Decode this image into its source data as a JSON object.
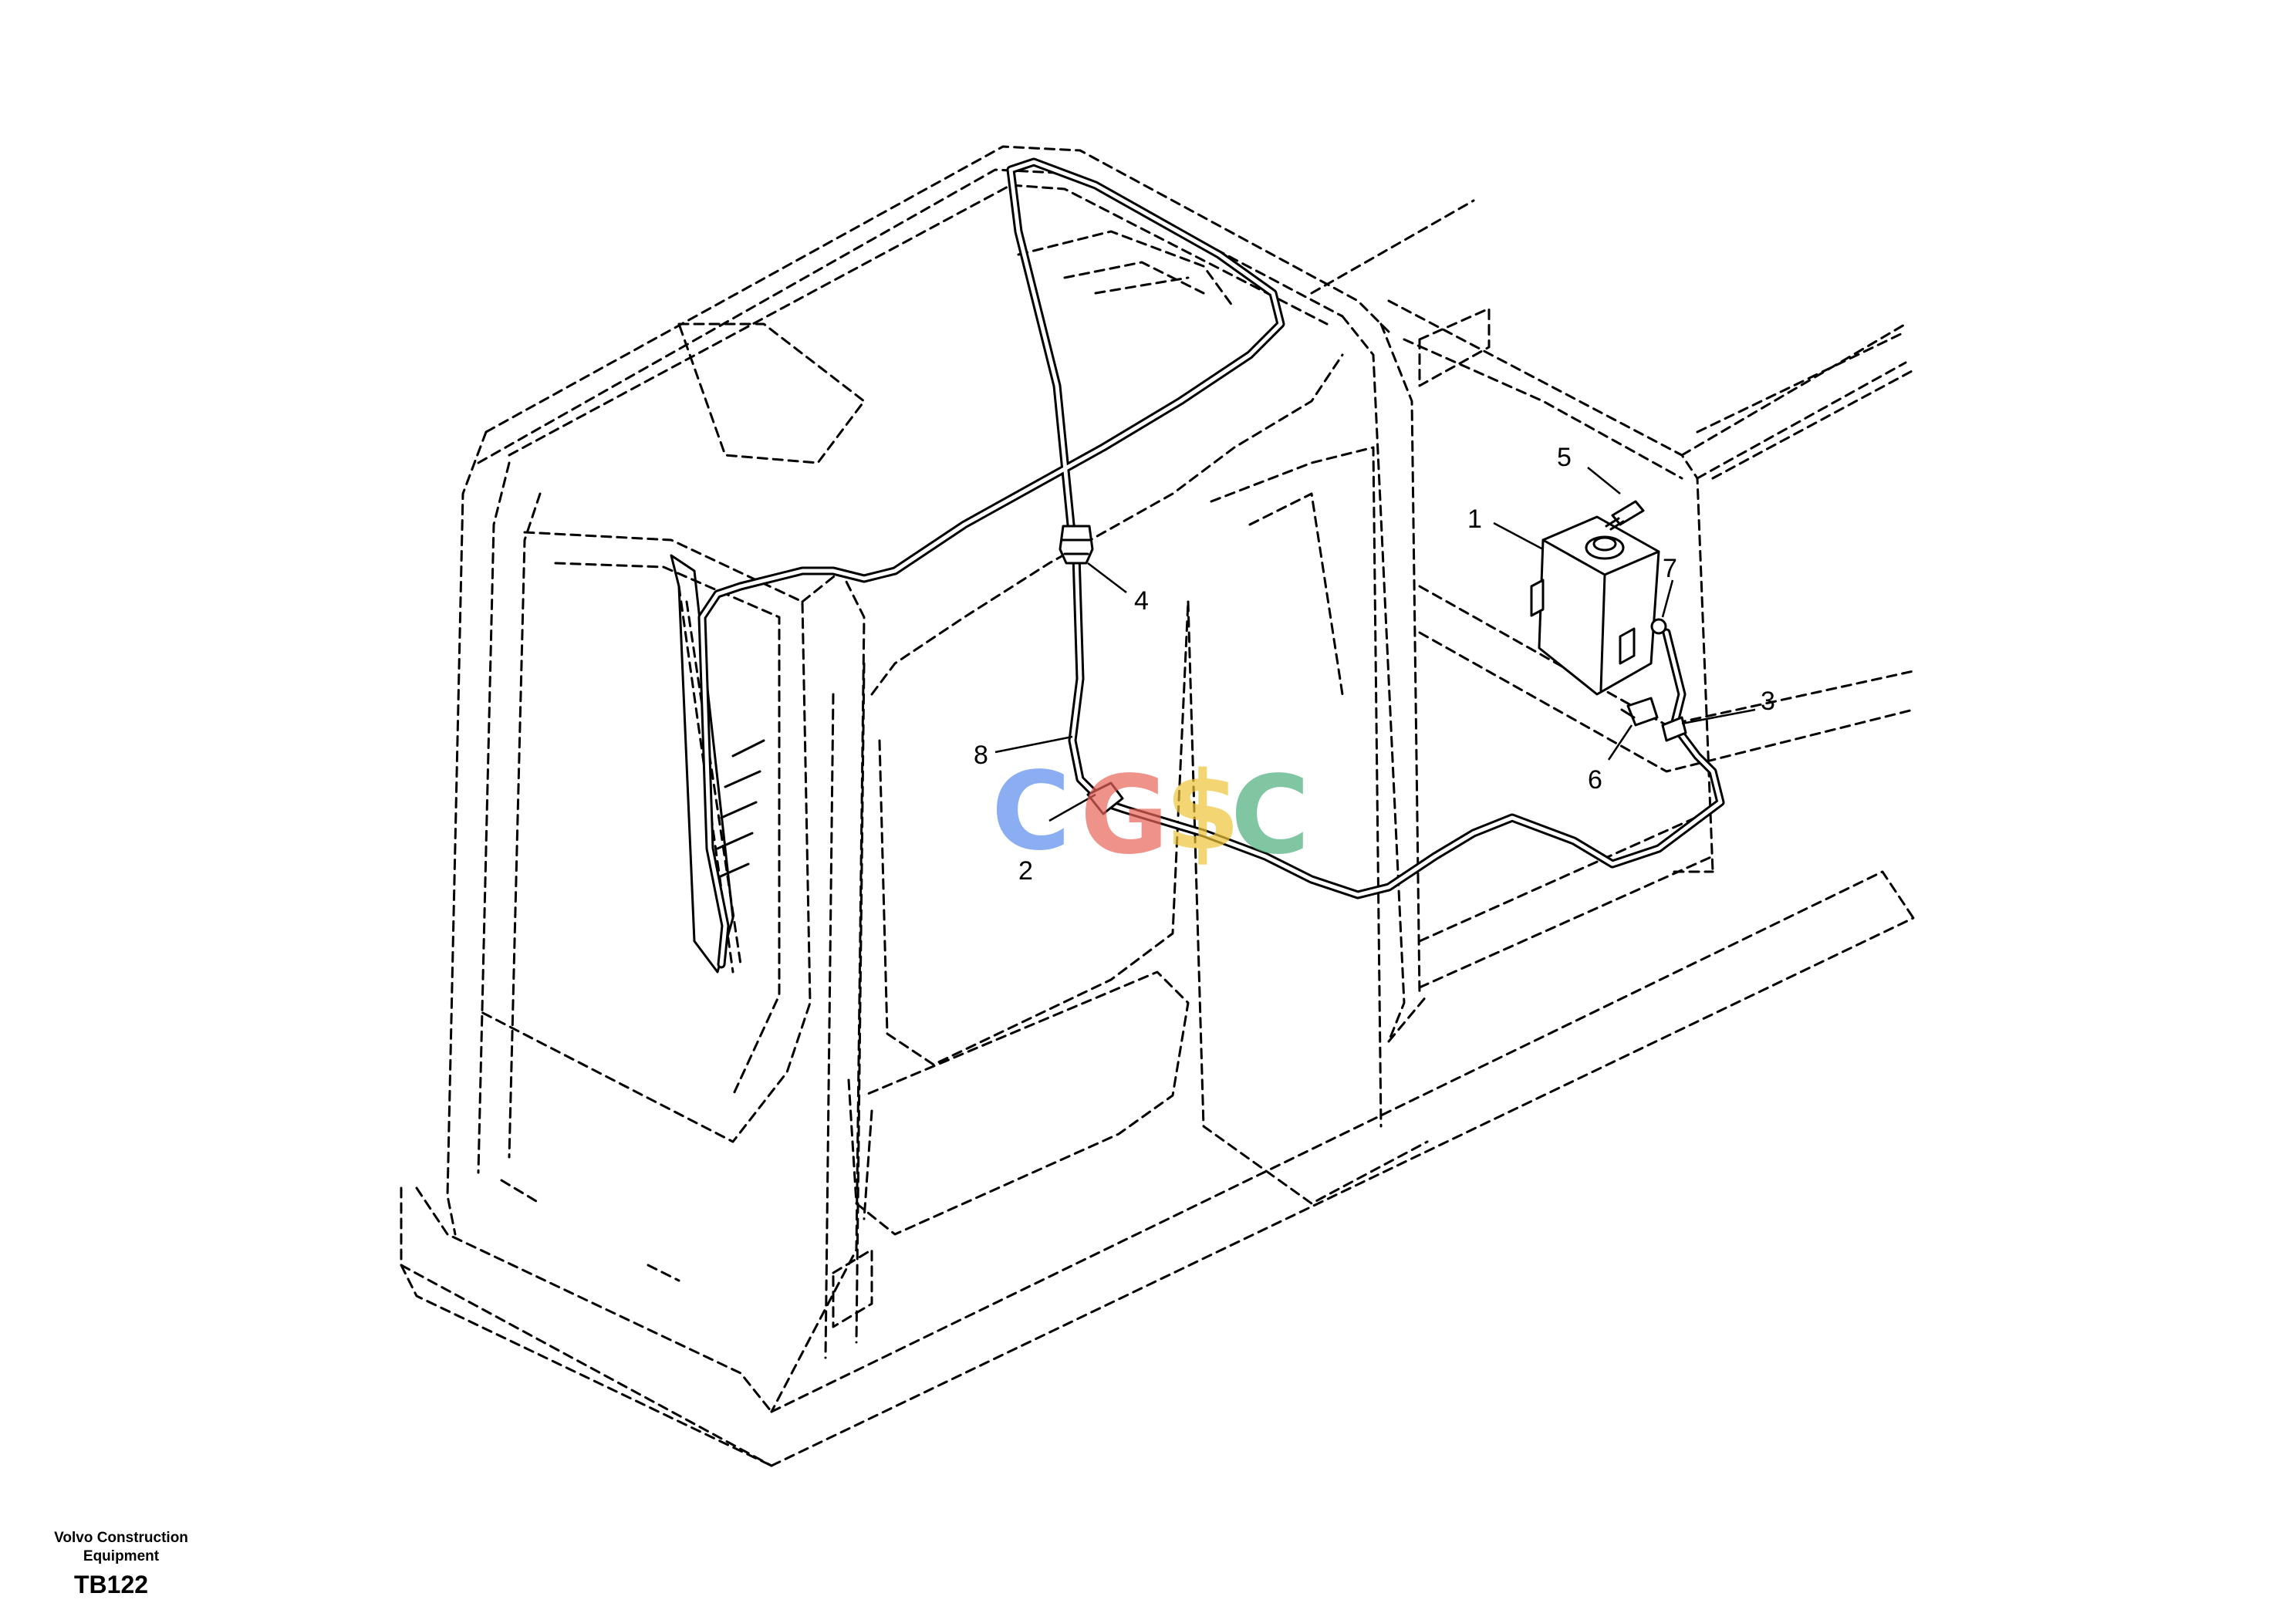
{
  "callouts": {
    "c1": "1",
    "c2": "2",
    "c3": "3",
    "c4": "4",
    "c5": "5",
    "c6": "6",
    "c7": "7",
    "c8": "8"
  },
  "watermark": {
    "letters": [
      "C",
      "G",
      "$",
      "C"
    ],
    "colors": [
      "#5b8def",
      "#e8645a",
      "#f0c43a",
      "#4caf7d"
    ]
  },
  "footer": {
    "company": "Volvo Construction Equipment",
    "code": "TB122"
  }
}
